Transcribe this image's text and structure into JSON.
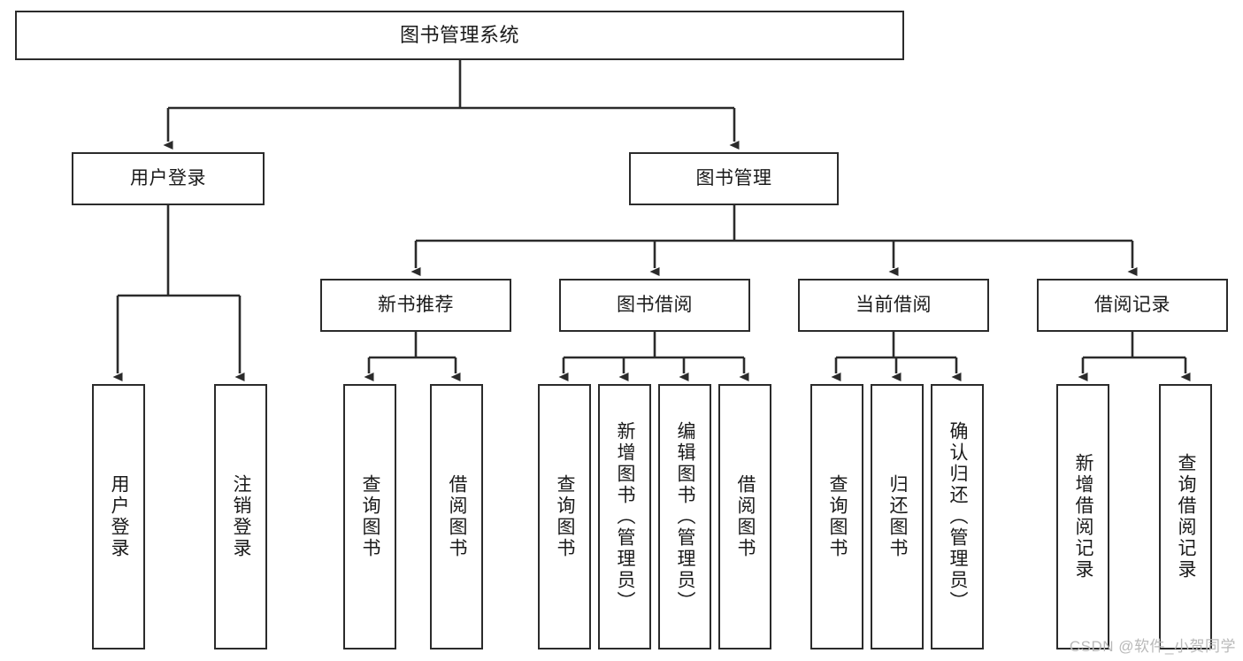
{
  "diagram": {
    "title": "图书管理系统",
    "type": "tree-structure-chart",
    "watermark": "CSDN @软件_小贺同学",
    "colors": {
      "box_border": "#2b2b2b",
      "box_fill": "#ffffff",
      "connector": "#2b2b2b",
      "text": "#1a1a1a",
      "watermark": "#b9b9b9",
      "background": "#ffffff"
    },
    "root": {
      "label": "图书管理系统"
    },
    "level2": [
      {
        "label": "用户登录"
      },
      {
        "label": "图书管理"
      }
    ],
    "level3": [
      {
        "label": "新书推荐"
      },
      {
        "label": "图书借阅"
      },
      {
        "label": "当前借阅"
      },
      {
        "label": "借阅记录"
      }
    ],
    "leaves": {
      "user_login": [
        {
          "label": "用户登录"
        },
        {
          "label": "注销登录"
        }
      ],
      "new_book_recommend": [
        {
          "label": "查询图书"
        },
        {
          "label": "借阅图书"
        }
      ],
      "book_borrow": [
        {
          "label": "查询图书"
        },
        {
          "label": "新增图书（管理员）"
        },
        {
          "label": "编辑图书（管理员）"
        },
        {
          "label": "借阅图书"
        }
      ],
      "current_borrow": [
        {
          "label": "查询图书"
        },
        {
          "label": "归还图书"
        },
        {
          "label": "确认归还（管理员）"
        }
      ],
      "borrow_record": [
        {
          "label": "新增借阅记录"
        },
        {
          "label": "查询借阅记录"
        }
      ]
    }
  }
}
